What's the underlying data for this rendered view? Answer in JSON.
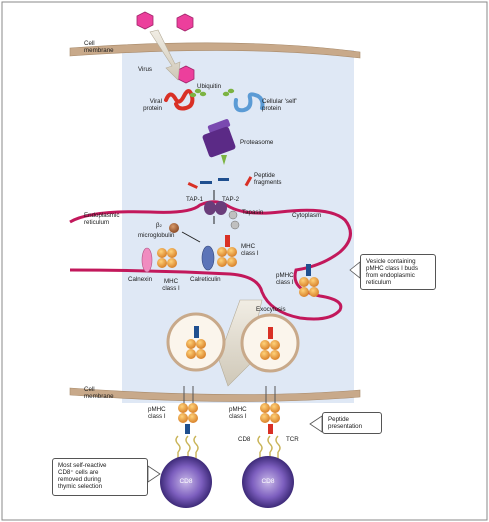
{
  "labels": {
    "cell_membrane_top": "Cell\nmembrane",
    "virus": "Virus",
    "viral_protein": "Viral\nprotein",
    "ubiquitin": "Ubiquitin",
    "cellular_self_protein": "Cellular 'self'\nprotein",
    "proteasome": "Proteasome",
    "peptide_fragments": "Peptide\nfragments",
    "tap1": "TAP-1",
    "tap2": "TAP-2",
    "tapasin": "Tapasin",
    "endoplasmic_reticulum": "Endoplasmic\nreticulum",
    "cytoplasm": "Cytoplasm",
    "beta2": "β",
    "beta2_sub": "2",
    "microglobulin": "microglobulin",
    "mhc_class_i_er": "MHC\nclass I",
    "calnexin": "Calnexin",
    "mhc_class_i_lower": "MHC\nclass I",
    "calreticulin": "Calreticulin",
    "pmhc_class_i_vesicle": "pMHC\nclass I",
    "exocytosis": "Exocytosis",
    "cell_membrane_bottom": "Cell\nmembrane",
    "pmhc_class_i_left": "pMHC\nclass I",
    "pmhc_class_i_right": "pMHC\nclass I",
    "cd8_label": "CD8",
    "tcr_label": "TCR",
    "cd8_cell_left": "CD8",
    "cd8_cell_right": "CD8"
  },
  "callouts": {
    "vesicle": "Vesicle containing\npMHC class I buds\nfrom endoplasmic\nreticulum",
    "peptide_presentation": "Peptide\npresentation",
    "self_reactive": "Most self-reactive\nCD8⁺ cells are\nremoved during\nthymic selection"
  },
  "colors": {
    "cytoplasm": "#dfe8f5",
    "membrane": "#c8a98a",
    "er_membrane": "#c2185b",
    "virus": "#ec3f9c",
    "mhc_orange": "#f2a23a",
    "peptide_red": "#d93025",
    "peptide_blue": "#1f4f8f",
    "proteasome": "#5b2a86",
    "tap": "#6a3d7a",
    "ubiquitin": "#7cb342",
    "cd8_cell": "#5a3e98"
  }
}
